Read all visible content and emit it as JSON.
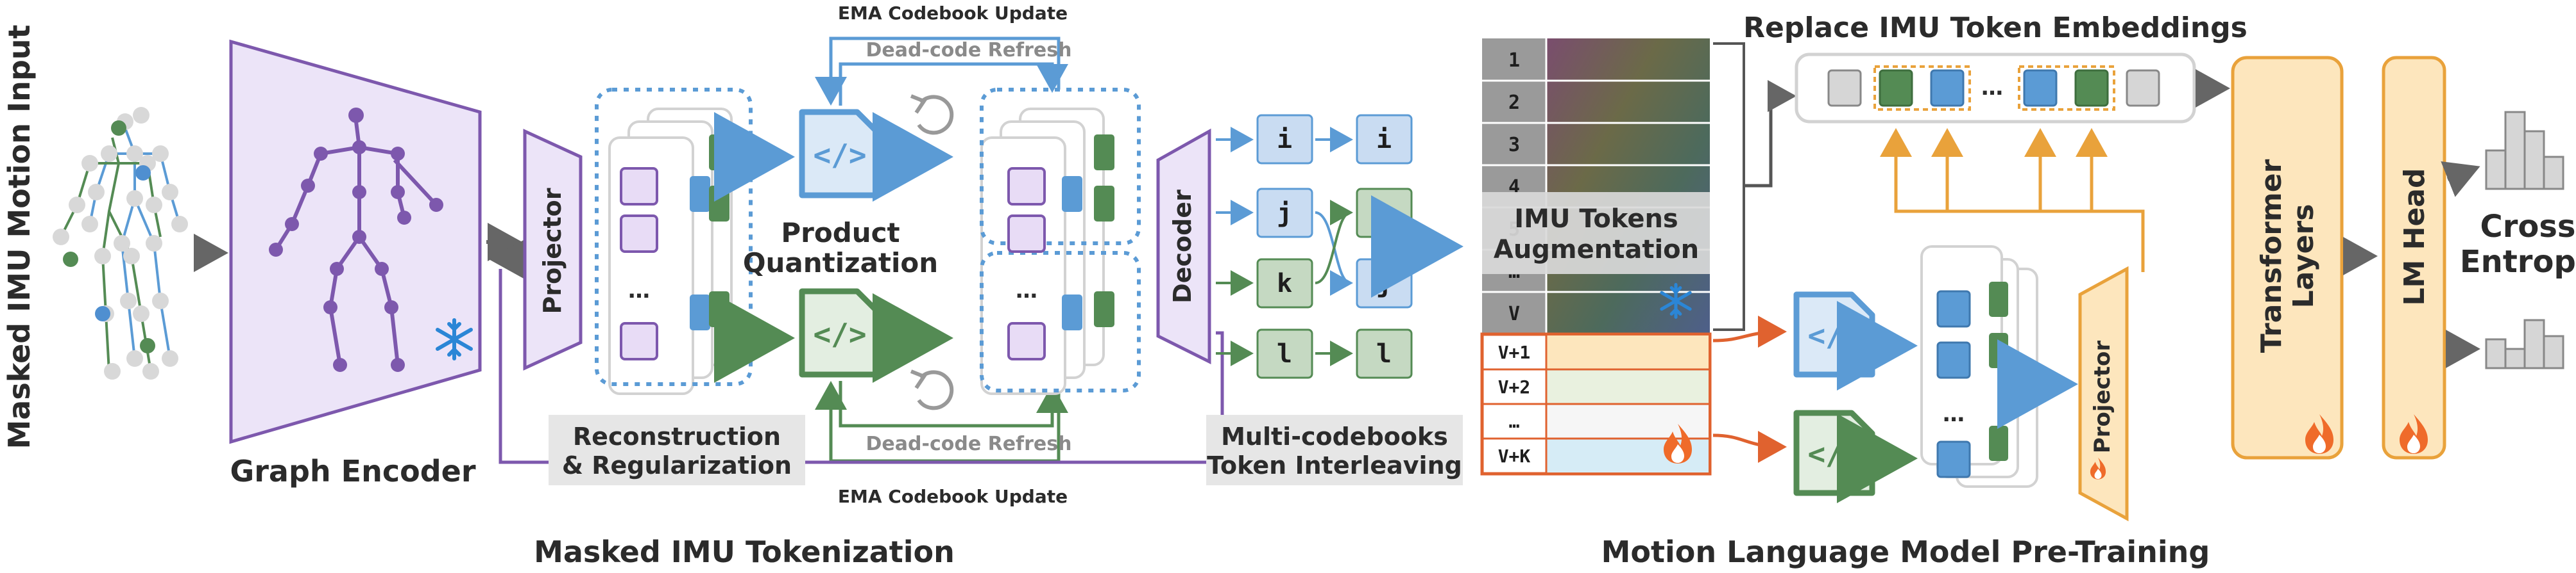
{
  "labels": {
    "side_input": "Masked IMU Motion Input",
    "graph_encoder": "Graph Encoder",
    "projector_left": "Projector",
    "decoder": "Decoder",
    "product_quantization_1": "Product",
    "product_quantization_2": "Quantization",
    "ema_top": "EMA Codebook Update",
    "ema_bottom": "EMA Codebook Update",
    "dead_code_top": "Dead-code Refresh",
    "dead_code_bottom": "Dead-code Refresh",
    "recon_1": "Reconstruction",
    "recon_2": "& Regularization",
    "multi_1": "Multi-codebooks",
    "multi_2": "Token Interleaving",
    "masked_tokenization": "Masked IMU Tokenization",
    "replace_embeddings": "Replace IMU Token Embeddings",
    "imu_aug_1": "IMU Tokens",
    "imu_aug_2": "Augmentation",
    "projector_right": "Projector",
    "transformer_1": "Transformer",
    "transformer_2": "Layers",
    "lm_head": "LM Head",
    "cross_1": "Cross",
    "cross_2": "Entropy",
    "pretraining": "Motion Language Model Pre-Training",
    "ellipsis": "…",
    "dots_v": "⋮"
  },
  "tokens": {
    "in_col": [
      "i",
      "j",
      "k",
      "l"
    ],
    "out_col": [
      "i",
      "k",
      "j",
      "l"
    ]
  },
  "vocab": {
    "frozen_rows": [
      "1",
      "2",
      "3",
      "4",
      "5",
      "…",
      "V"
    ],
    "new_rows": [
      "V+1",
      "V+2",
      "…",
      "V+K"
    ]
  },
  "colors": {
    "blue": "#5b9bd5",
    "blue_fill": "#b6d0ec",
    "green": "#548b54",
    "green_fill": "#b6cfb2",
    "purple": "#7d58ad",
    "purple_fill": "#e8dcf6",
    "orange": "#e9a23b",
    "orange_fill": "#fde6bd",
    "red": "#e0622f"
  }
}
